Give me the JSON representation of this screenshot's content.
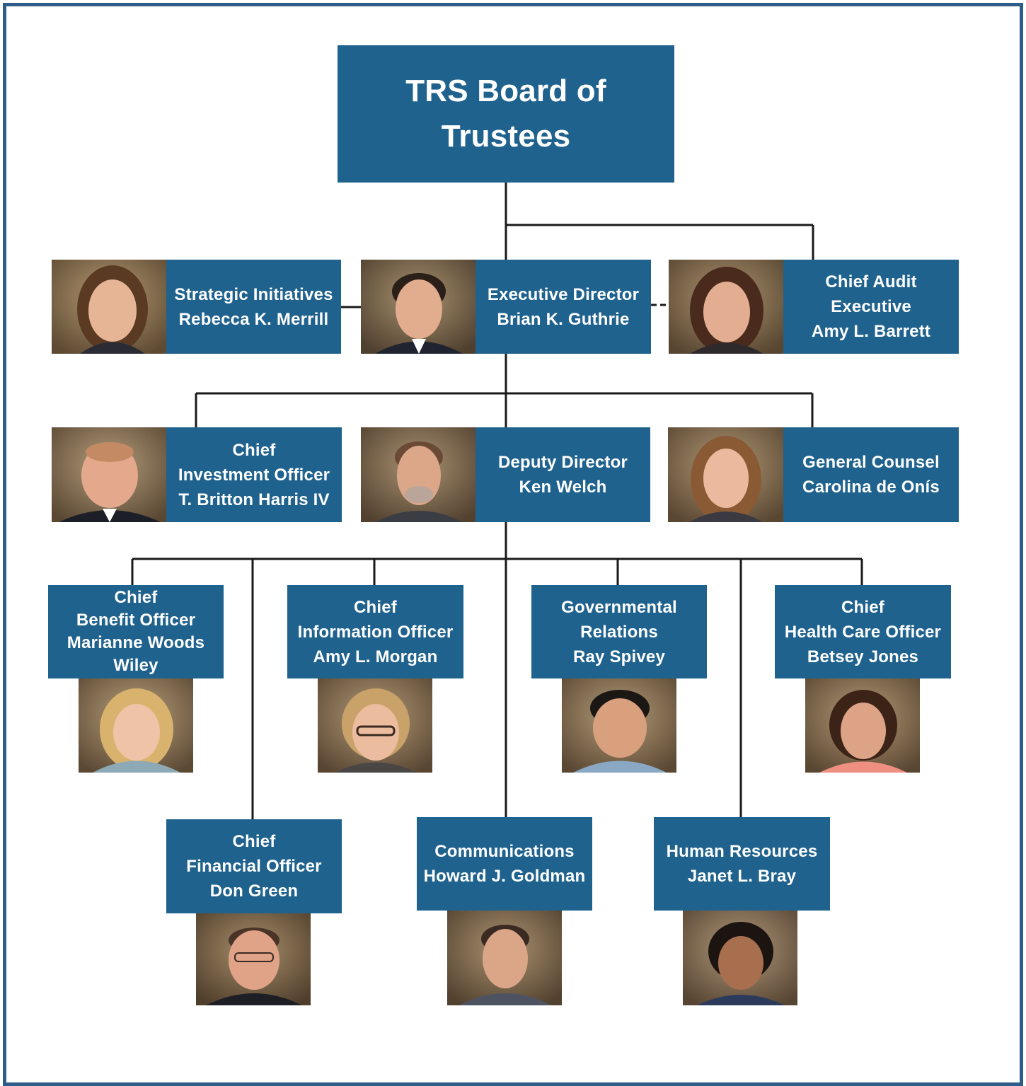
{
  "board": {
    "lines": [
      "TRS Board of",
      "Trustees"
    ]
  },
  "strategic": {
    "lines": [
      "Strategic Initiatives",
      "Rebecca K. Merrill"
    ]
  },
  "executive": {
    "lines": [
      "Executive Director",
      "Brian K. Guthrie"
    ]
  },
  "audit": {
    "lines": [
      "Chief Audit",
      "Executive",
      "Amy L. Barrett"
    ]
  },
  "investment": {
    "lines": [
      "Chief",
      "Investment Officer",
      "T. Britton Harris IV"
    ]
  },
  "deputy": {
    "lines": [
      "Deputy Director",
      "Ken Welch"
    ]
  },
  "counsel": {
    "lines": [
      "General Counsel",
      "Carolina de Onís"
    ]
  },
  "benefit": {
    "lines": [
      "Chief",
      "Benefit Officer",
      "Marianne Woods",
      "Wiley"
    ]
  },
  "information": {
    "lines": [
      "Chief",
      "Information Officer",
      "Amy L. Morgan"
    ]
  },
  "governmental": {
    "lines": [
      "Governmental",
      "Relations",
      "Ray Spivey"
    ]
  },
  "healthcare": {
    "lines": [
      "Chief",
      "Health Care Officer",
      "Betsey Jones"
    ]
  },
  "financial": {
    "lines": [
      "Chief",
      "Financial Officer",
      "Don Green"
    ]
  },
  "communications": {
    "lines": [
      "Communications",
      "Howard J. Goldman"
    ]
  },
  "hr": {
    "lines": [
      "Human Resources",
      "Janet L. Bray"
    ]
  },
  "colors": {
    "box": "#1f628e",
    "border": "#2e5d8a",
    "connector": "#1a1a1a"
  }
}
